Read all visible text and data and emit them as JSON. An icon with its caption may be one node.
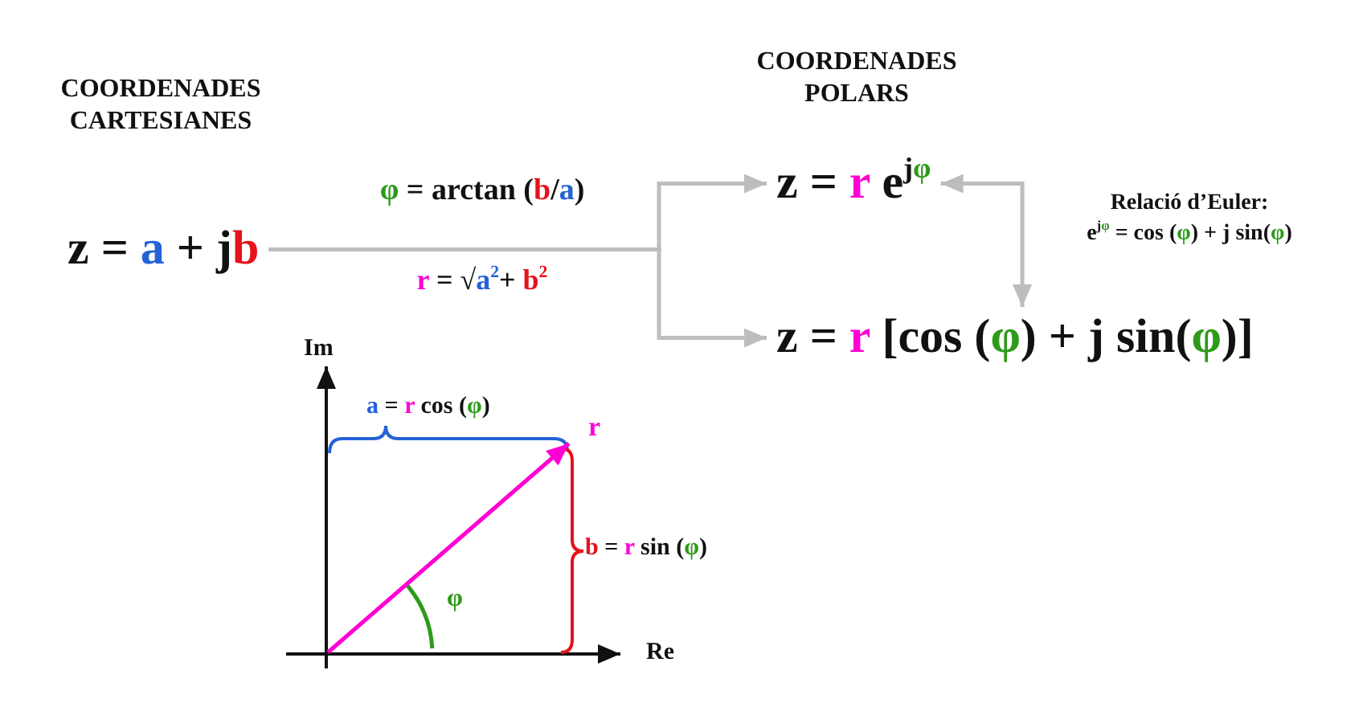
{
  "diagram": {
    "nodes": [
      {
        "text": [
          "z = a + jb"
        ]
      },
      {
        "text": [
          "z = r e$^{j}$$^{φ}$"
        ]
      },
      {
        "text": [
          "z = r [cos (φ) + j sin(φ)]"
        ]
      }
    ],
    "edges": [
      {
        "from": 0,
        "to": 1,
        "arrow": "to"
      },
      {
        "from": 0,
        "to": 2,
        "arrow": "to"
      },
      {
        "from": 1,
        "to": 2,
        "arrow": "both"
      }
    ],
    "labels": [
      "COORDENADES CARTESIANES",
      "COORDENADES POLARS",
      "φ = arctan (b/a)",
      "r = √a$^{2}$+ b$^{2}$",
      "Relació d’Euler:",
      "e$^{j}$$^{φ}$ = cos (φ) + j sin(φ)",
      "Im",
      "a = r cos (φ)",
      "r",
      "b = r sin (φ)",
      "φ",
      "Re"
    ]
  }
}
